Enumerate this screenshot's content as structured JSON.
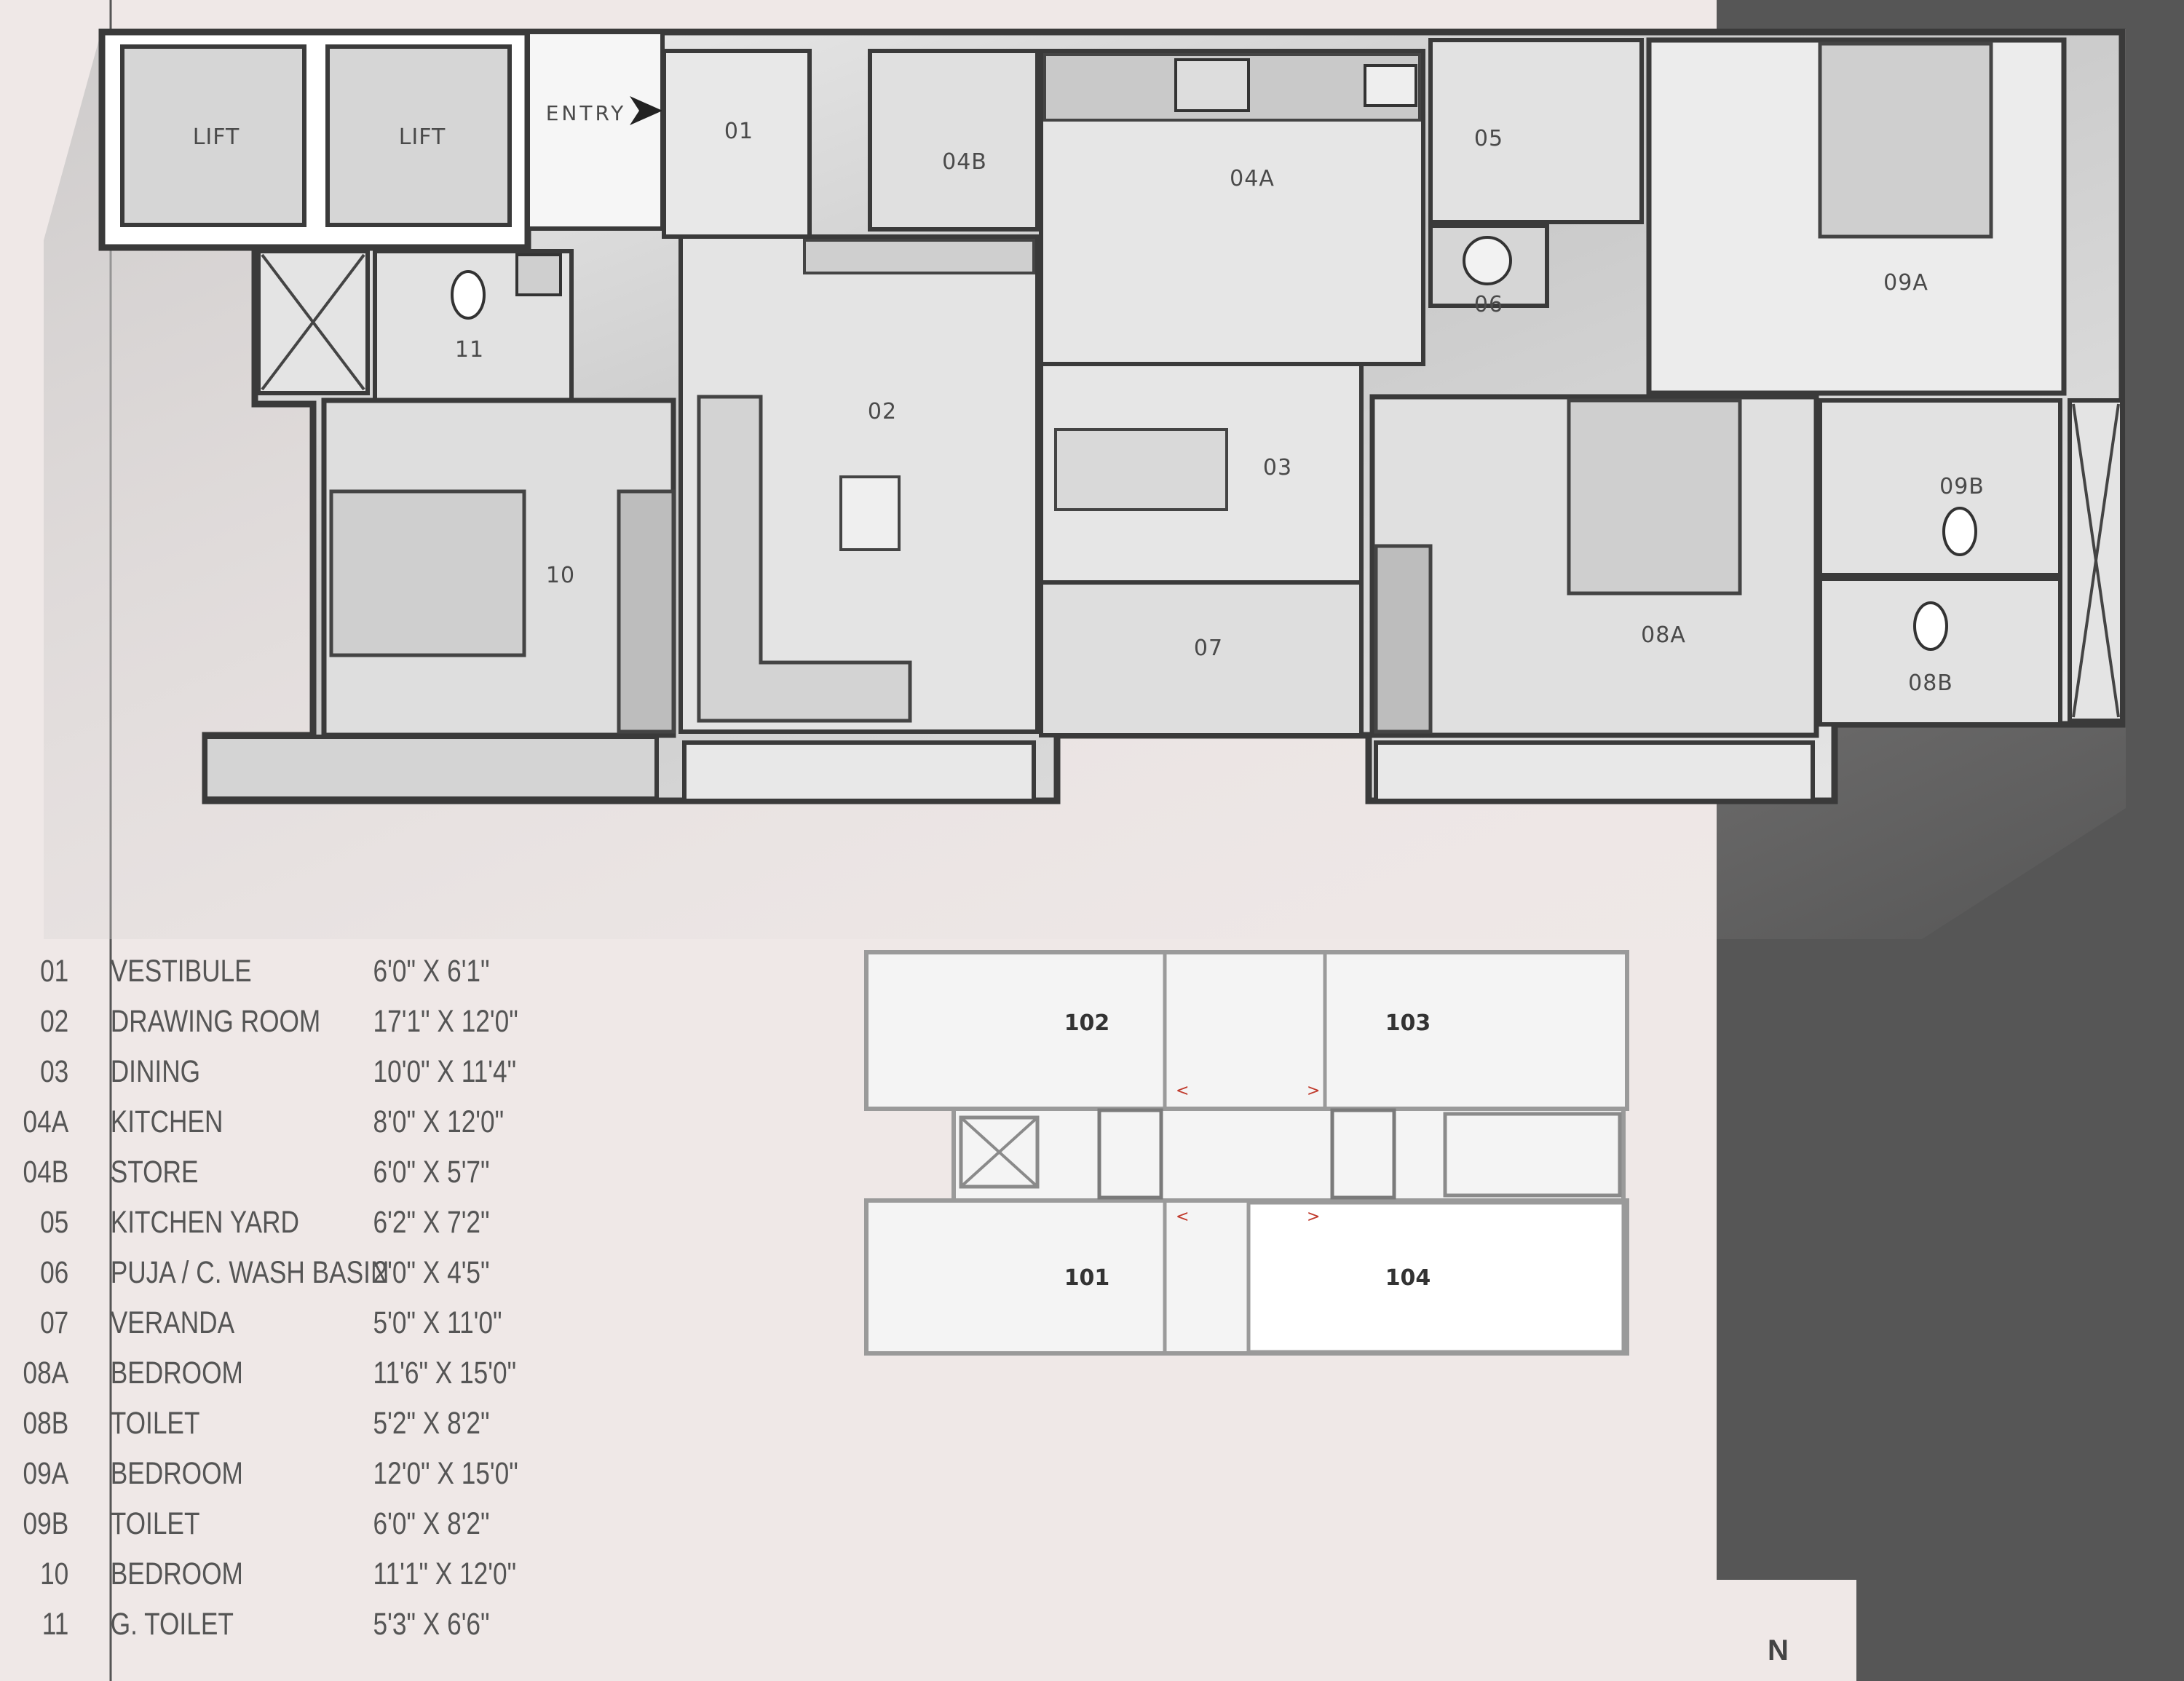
{
  "plan": {
    "lifts": [
      "LIFT",
      "LIFT"
    ],
    "entry_label": "ENTRY",
    "rooms": {
      "r01": "01",
      "r02": "02",
      "r03": "03",
      "r04a": "04A",
      "r04b": "04B",
      "r05": "05",
      "r06": "06",
      "r07": "07",
      "r08a": "08A",
      "r08b": "08B",
      "r09a": "09A",
      "r09b": "09B",
      "r10": "10",
      "r11": "11"
    }
  },
  "key": [
    {
      "code": "01",
      "name": "VESTIBULE",
      "size": "6'0\" X 6'1\""
    },
    {
      "code": "02",
      "name": "DRAWING ROOM",
      "size": "17'1\" X 12'0\""
    },
    {
      "code": "03",
      "name": "DINING",
      "size": "10'0\" X 11'4\""
    },
    {
      "code": "04A",
      "name": "KITCHEN",
      "size": "8'0\" X 12'0\""
    },
    {
      "code": "04B",
      "name": "STORE",
      "size": "6'0\" X 5'7\""
    },
    {
      "code": "05",
      "name": "KITCHEN YARD",
      "size": "6'2\" X 7'2\""
    },
    {
      "code": "06",
      "name": "PUJA / C. WASH BASIN",
      "size": "2'0\" X 4'5\""
    },
    {
      "code": "07",
      "name": "VERANDA",
      "size": "5'0\" X 11'0\""
    },
    {
      "code": "08A",
      "name": "BEDROOM",
      "size": "11'6\" X 15'0\""
    },
    {
      "code": "08B",
      "name": "TOILET",
      "size": "5'2\" X 8'2\""
    },
    {
      "code": "09A",
      "name": "BEDROOM",
      "size": "12'0\" X 15'0\""
    },
    {
      "code": "09B",
      "name": "TOILET",
      "size": "6'0\" X 8'2\""
    },
    {
      "code": "10",
      "name": "BEDROOM",
      "size": "11'1\" X 12'0\""
    },
    {
      "code": "11",
      "name": "G. TOILET",
      "size": "5'3\" X 6'6\""
    }
  ],
  "key_plan": {
    "units": [
      "102",
      "103",
      "101",
      "104"
    ]
  },
  "north": "N",
  "colors": {
    "background": "#efe8e7",
    "dark_panel": "#565656",
    "wall": "#3a3a3a",
    "floor": "#dcdcdc",
    "key_plan_accent": "#c0392b"
  }
}
